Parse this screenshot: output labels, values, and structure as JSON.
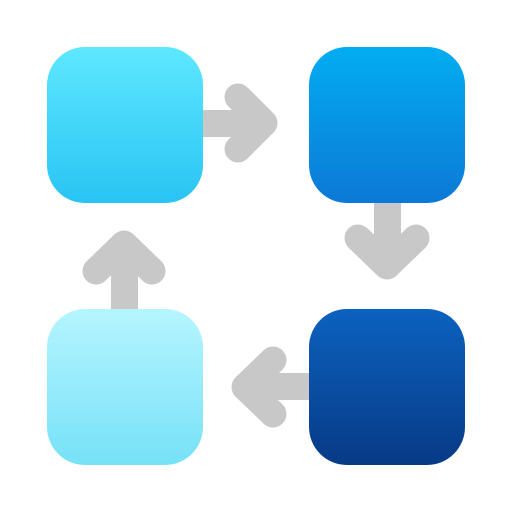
{
  "icon": {
    "name": "cycle-workflow-icon",
    "colors": {
      "arrow": "#c8c8c8",
      "tile_top_left": [
        "#5ee8ff",
        "#29c4f3"
      ],
      "tile_top_right": [
        "#03adf2",
        "#0b79d6"
      ],
      "tile_bottom_right": [
        "#0b62bf",
        "#073a86"
      ],
      "tile_bottom_left": [
        "#b6f5ff",
        "#76e1f7"
      ]
    },
    "flow": [
      "tile_top_left",
      "tile_top_right",
      "tile_bottom_right",
      "tile_bottom_left"
    ],
    "arrows": [
      {
        "from": "tile_top_left",
        "to": "tile_top_right",
        "direction": "right"
      },
      {
        "from": "tile_top_right",
        "to": "tile_bottom_right",
        "direction": "down"
      },
      {
        "from": "tile_bottom_right",
        "to": "tile_bottom_left",
        "direction": "left"
      },
      {
        "from": "tile_bottom_left",
        "to": "tile_top_left",
        "direction": "up"
      }
    ]
  }
}
